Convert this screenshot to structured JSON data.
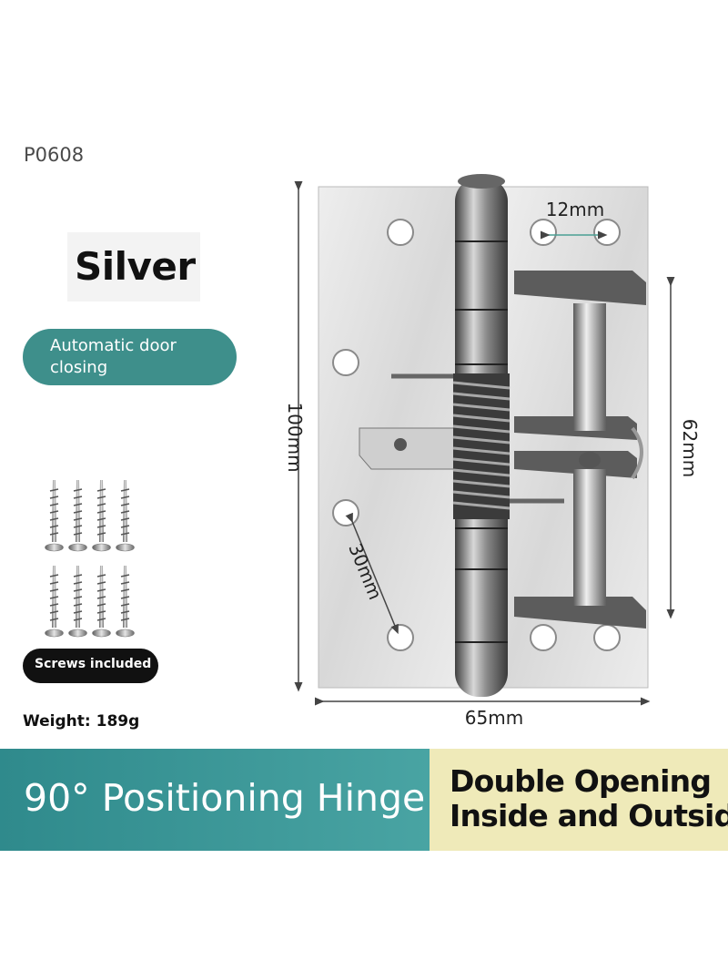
{
  "product_code": "P0608",
  "color_label": "Silver",
  "feature_badge": "Automatic door closing",
  "screws_label": "Screws included",
  "weight_label": "Weight: 189g",
  "dimensions": {
    "height": "100mm",
    "width": "65mm",
    "hole_spacing": "12mm",
    "spring_height": "62mm",
    "hole_diagonal": "30mm"
  },
  "banner": {
    "left_text": "90° Positioning Hinge",
    "right_line1": "Double Opening",
    "right_line2": "Inside and Outside"
  },
  "colors": {
    "teal": "#3e8f8b",
    "cream": "#efeab9",
    "black": "#111111"
  }
}
